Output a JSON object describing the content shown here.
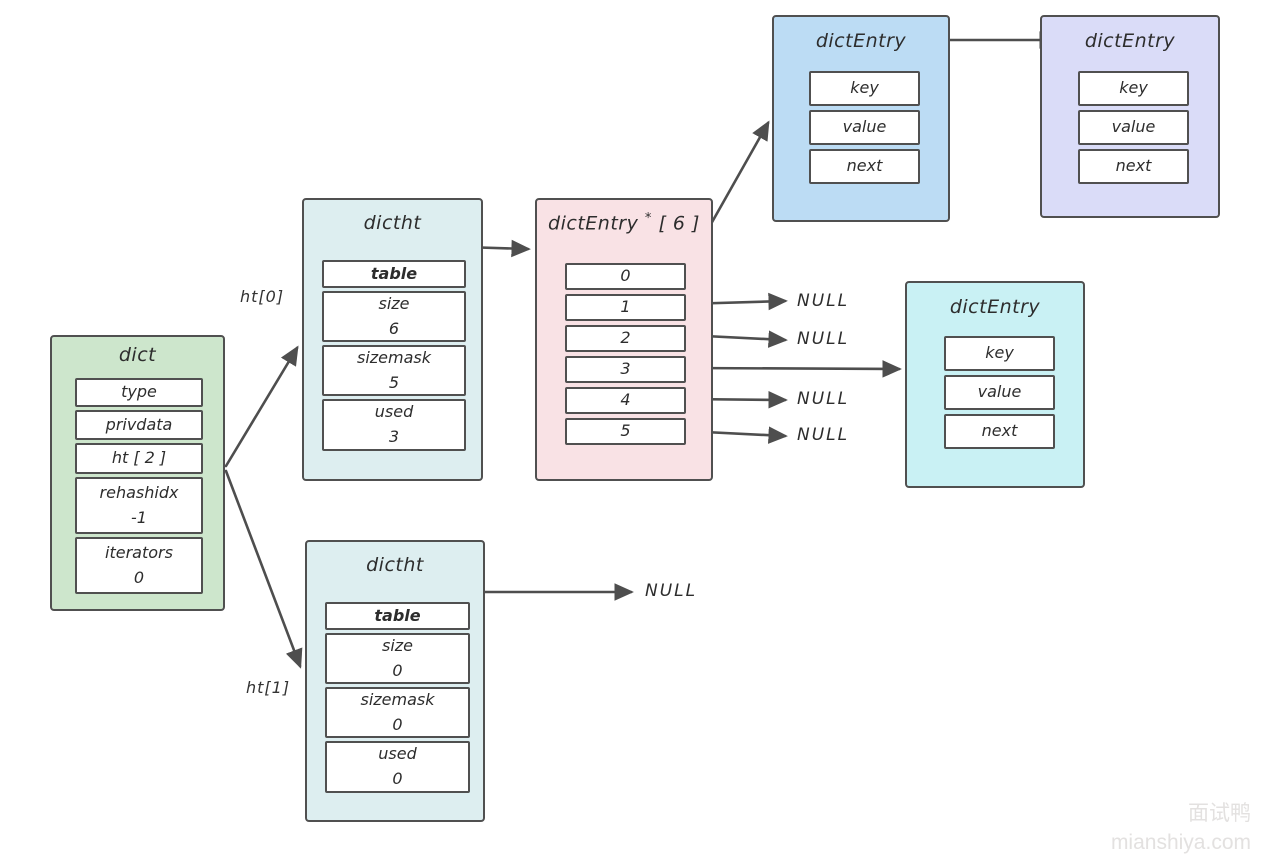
{
  "diagram_type": "redis-dict-structure",
  "colors": {
    "dict_bg": "#cde6cc",
    "dictht_bg": "#ddeef0",
    "bucket_array_bg": "#f9e2e5",
    "entry_top_bg": "#bcdcf4",
    "entry_right_bg": "#dadcf8",
    "entry_mid_bg": "#c9f1f4",
    "stroke": "#4e4e4e"
  },
  "labels": {
    "ht0": "ht[0]",
    "ht1": "ht[1]",
    "null": "NULL"
  },
  "boxes": {
    "dict": {
      "title": "dict",
      "fields": [
        {
          "label": "type"
        },
        {
          "label": "privdata"
        },
        {
          "label": "ht [ 2 ]"
        },
        {
          "label": "rehashidx",
          "value": "-1"
        },
        {
          "label": "iterators",
          "value": "0"
        }
      ]
    },
    "dictht0": {
      "title": "dictht",
      "table_label": "table",
      "fields": [
        {
          "label": "size",
          "value": "6"
        },
        {
          "label": "sizemask",
          "value": "5"
        },
        {
          "label": "used",
          "value": "3"
        }
      ]
    },
    "dictht1": {
      "title": "dictht",
      "table_label": "table",
      "fields": [
        {
          "label": "size",
          "value": "0"
        },
        {
          "label": "sizemask",
          "value": "0"
        },
        {
          "label": "used",
          "value": "0"
        }
      ]
    },
    "buckets": {
      "title_main": "dictEntry",
      "title_star": "*",
      "title_bracket": "[ 6 ]",
      "slots": [
        "0",
        "1",
        "2",
        "3",
        "4",
        "5"
      ]
    },
    "entry_a": {
      "title": "dictEntry",
      "fields": [
        "key",
        "value",
        "next"
      ]
    },
    "entry_b": {
      "title": "dictEntry",
      "fields": [
        "key",
        "value",
        "next"
      ]
    },
    "entry_c": {
      "title": "dictEntry",
      "fields": [
        "key",
        "value",
        "next"
      ]
    }
  },
  "watermark": {
    "line1": "面试鸭",
    "line2": "mianshiya.com"
  }
}
